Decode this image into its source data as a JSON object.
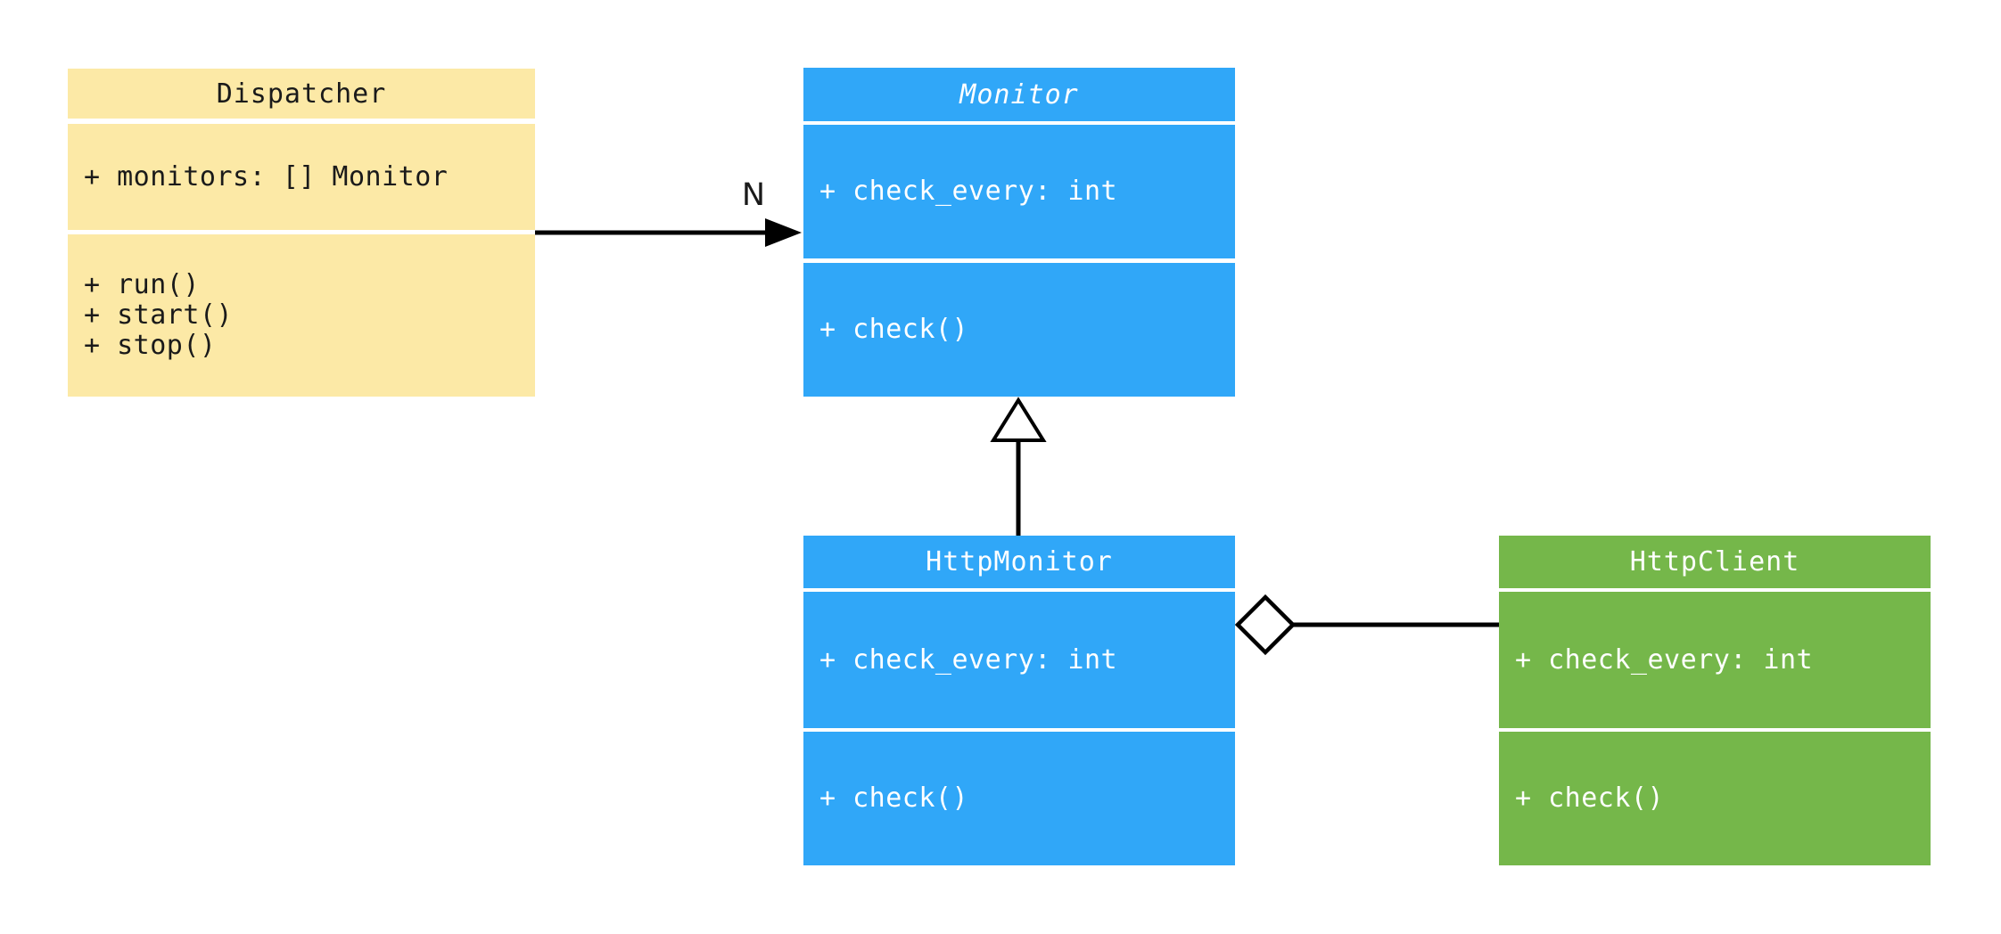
{
  "diagram": {
    "kind": "uml-class-diagram"
  },
  "colors": {
    "dispatcher": "#FCE9A6",
    "monitor": "#30A7F8",
    "client": "#75B74A",
    "line": "#000000",
    "text_dark": "#1a1a1a",
    "text_light": "#ffffff",
    "background": "#ffffff"
  },
  "classes": {
    "dispatcher": {
      "name": "Dispatcher",
      "attributes": [
        "+ monitors: [] Monitor"
      ],
      "methods": [
        "+ run()",
        "+ start()",
        "+ stop()"
      ]
    },
    "monitor": {
      "name": "Monitor",
      "is_abstract": true,
      "attributes": [
        "+ check_every: int"
      ],
      "methods": [
        "+ check()"
      ]
    },
    "http_monitor": {
      "name": "HttpMonitor",
      "attributes": [
        "+ check_every: int"
      ],
      "methods": [
        "+ check()"
      ]
    },
    "http_client": {
      "name": "HttpClient",
      "attributes": [
        "+ check_every: int"
      ],
      "methods": [
        "+ check()"
      ]
    }
  },
  "relationships": {
    "dispatcher_to_monitor": {
      "type": "directed-association",
      "from": "Dispatcher",
      "to": "Monitor",
      "multiplicity": "N"
    },
    "http_monitor_to_monitor": {
      "type": "generalization",
      "from": "HttpMonitor",
      "to": "Monitor"
    },
    "http_monitor_to_http_client": {
      "type": "aggregation",
      "from": "HttpMonitor",
      "to": "HttpClient"
    }
  }
}
